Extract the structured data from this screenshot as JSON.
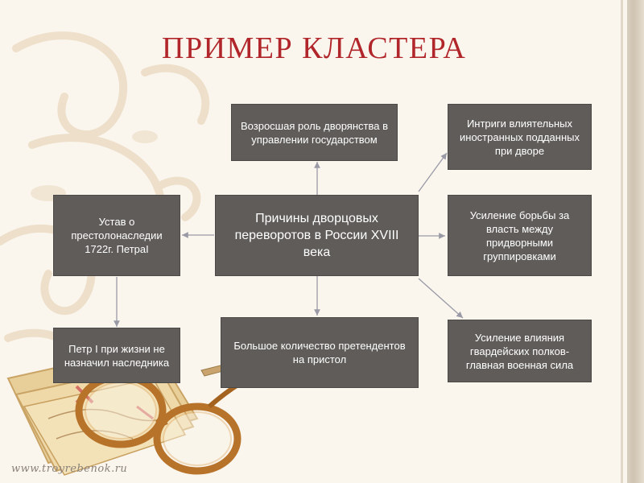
{
  "title": "ПРИМЕР КЛАСТЕРА",
  "center": "Причины дворцовых переворотов в России XVIII века",
  "nodes": {
    "top": "Возросшая роль дворянства в управлении государством",
    "left": "Устав о престолонаследии 1722г. ПетраI",
    "left_bottom": "Петр I при жизни не назначил наследника",
    "bottom": "Большое количество претендентов на пристол",
    "right_top": "Интриги влиятельных иностранных подданных при дворе",
    "right_mid": "Усиление борьбы за власть между придворными группировками",
    "right_bottom": "Усиление влияния гвардейских полков-главная военная сила"
  },
  "watermark": "www.troyrebenok.ru",
  "colors": {
    "title": "#b1262a",
    "box": "#5f5c59",
    "background": "#faf6ee",
    "arrow": "#9a9aa6"
  }
}
